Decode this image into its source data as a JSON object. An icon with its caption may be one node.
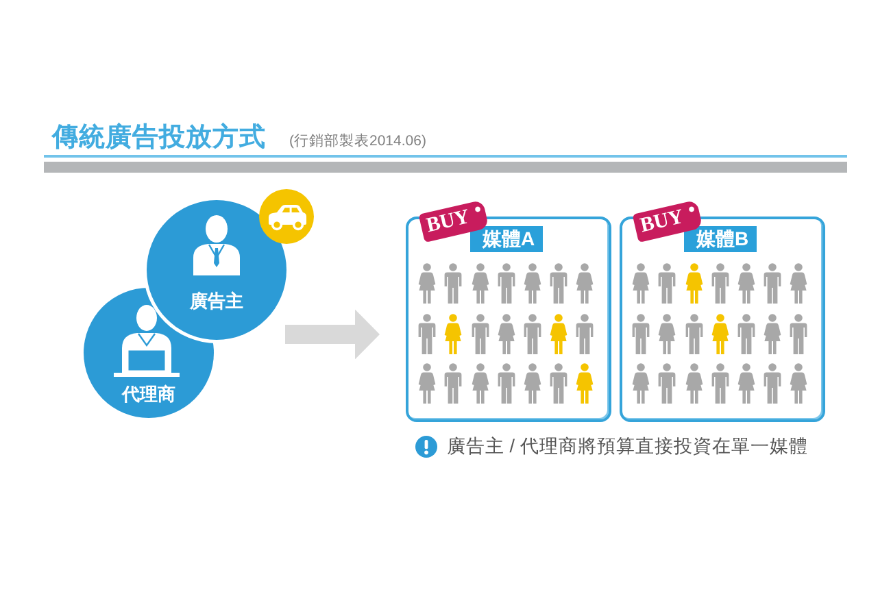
{
  "diagram": {
    "title": "傳統廣告投放方式",
    "nodes": [
      {
        "text": [
          "廣告主"
        ]
      },
      {
        "text": [
          "代理商"
        ]
      },
      {
        "text": [
          "BUY",
          "媒體A"
        ]
      },
      {
        "text": [
          "BUY",
          "媒體B"
        ]
      }
    ],
    "edges": [
      {
        "from": 0,
        "to": 2,
        "arrow": "to"
      }
    ],
    "labels": [
      "(行銷部製表2014.06)",
      "廣告主 / 代理商將預算直接投資在單一媒體"
    ]
  }
}
